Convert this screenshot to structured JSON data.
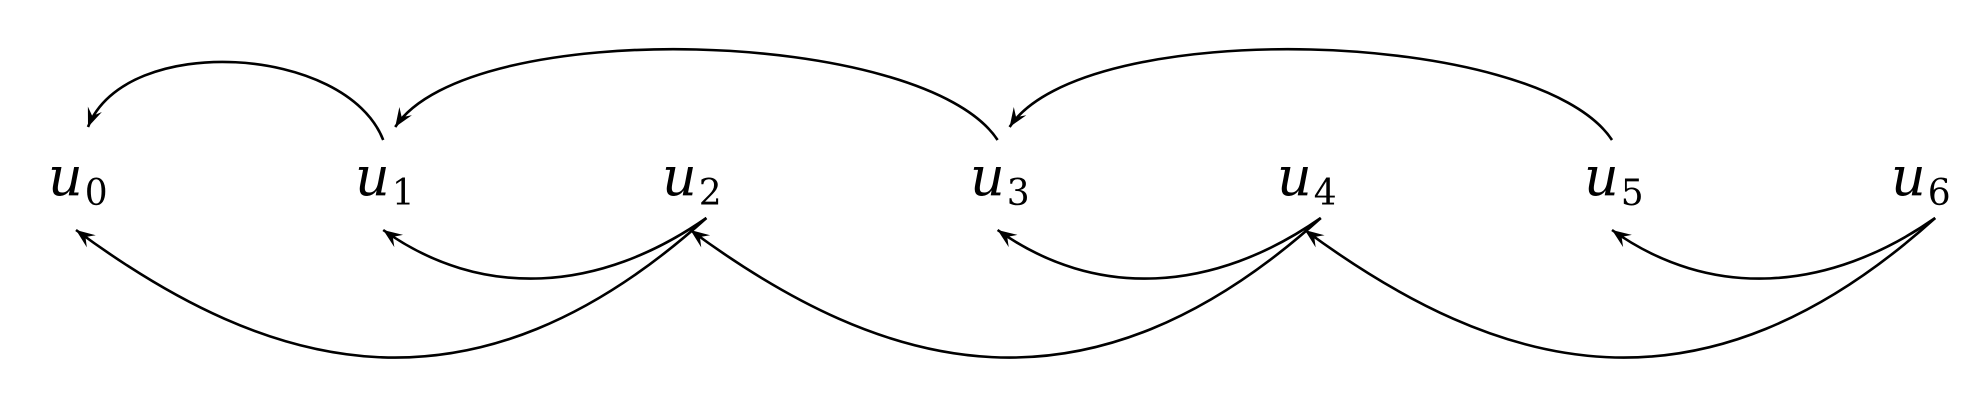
{
  "nodes": [
    {
      "id": "u0",
      "base": "u",
      "sub": "0"
    },
    {
      "id": "u1",
      "base": "u",
      "sub": "1"
    },
    {
      "id": "u2",
      "base": "u",
      "sub": "2"
    },
    {
      "id": "u3",
      "base": "u",
      "sub": "3"
    },
    {
      "id": "u4",
      "base": "u",
      "sub": "4"
    },
    {
      "id": "u5",
      "base": "u",
      "sub": "5"
    },
    {
      "id": "u6",
      "base": "u",
      "sub": "6"
    }
  ],
  "edges": [
    {
      "from": "u1",
      "to": "u0",
      "side": "top"
    },
    {
      "from": "u3",
      "to": "u1",
      "side": "top"
    },
    {
      "from": "u5",
      "to": "u3",
      "side": "top"
    },
    {
      "from": "u2",
      "to": "u1",
      "side": "bottom"
    },
    {
      "from": "u2",
      "to": "u0",
      "side": "bottom"
    },
    {
      "from": "u4",
      "to": "u3",
      "side": "bottom"
    },
    {
      "from": "u4",
      "to": "u2",
      "side": "bottom"
    },
    {
      "from": "u6",
      "to": "u5",
      "side": "bottom"
    },
    {
      "from": "u6",
      "to": "u4",
      "side": "bottom"
    }
  ],
  "colors": {
    "stroke": "#000000",
    "background": "#ffffff"
  }
}
